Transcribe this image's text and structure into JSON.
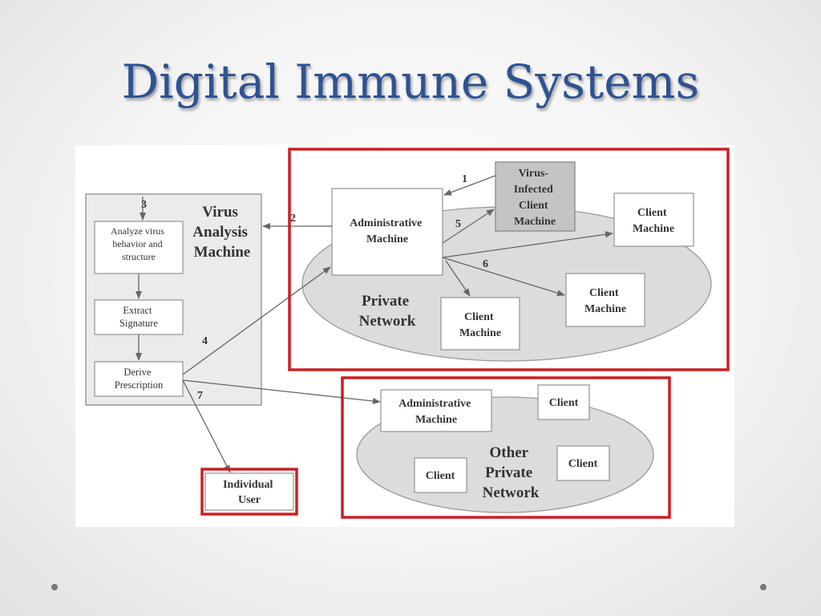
{
  "slide": {
    "title": "Digital Immune Systems"
  },
  "diagram": {
    "virus_analysis_machine": [
      "Virus",
      "Analysis",
      "Machine"
    ],
    "analyze": [
      "Analyze virus",
      "behavior and",
      "structure"
    ],
    "extract": [
      "Extract",
      "Signature"
    ],
    "derive": [
      "Derive",
      "Prescription"
    ],
    "admin_machine": [
      "Administrative",
      "Machine"
    ],
    "virus_infected": [
      "Virus-",
      "Infected",
      "Client",
      "Machine"
    ],
    "client_machine": [
      "Client",
      "Machine"
    ],
    "private_network": [
      "Private",
      "Network"
    ],
    "other_private_network": [
      "Other",
      "Private",
      "Network"
    ],
    "client": "Client",
    "individual_user": [
      "Individual",
      "User"
    ],
    "steps": [
      "1",
      "2",
      "3",
      "4",
      "5",
      "6",
      "7"
    ]
  },
  "colors": {
    "title": "#2e5392",
    "highlight": "#cc1f24",
    "ellipse_fill": "#dcdcdc",
    "infected_fill": "#c4c4c4"
  }
}
